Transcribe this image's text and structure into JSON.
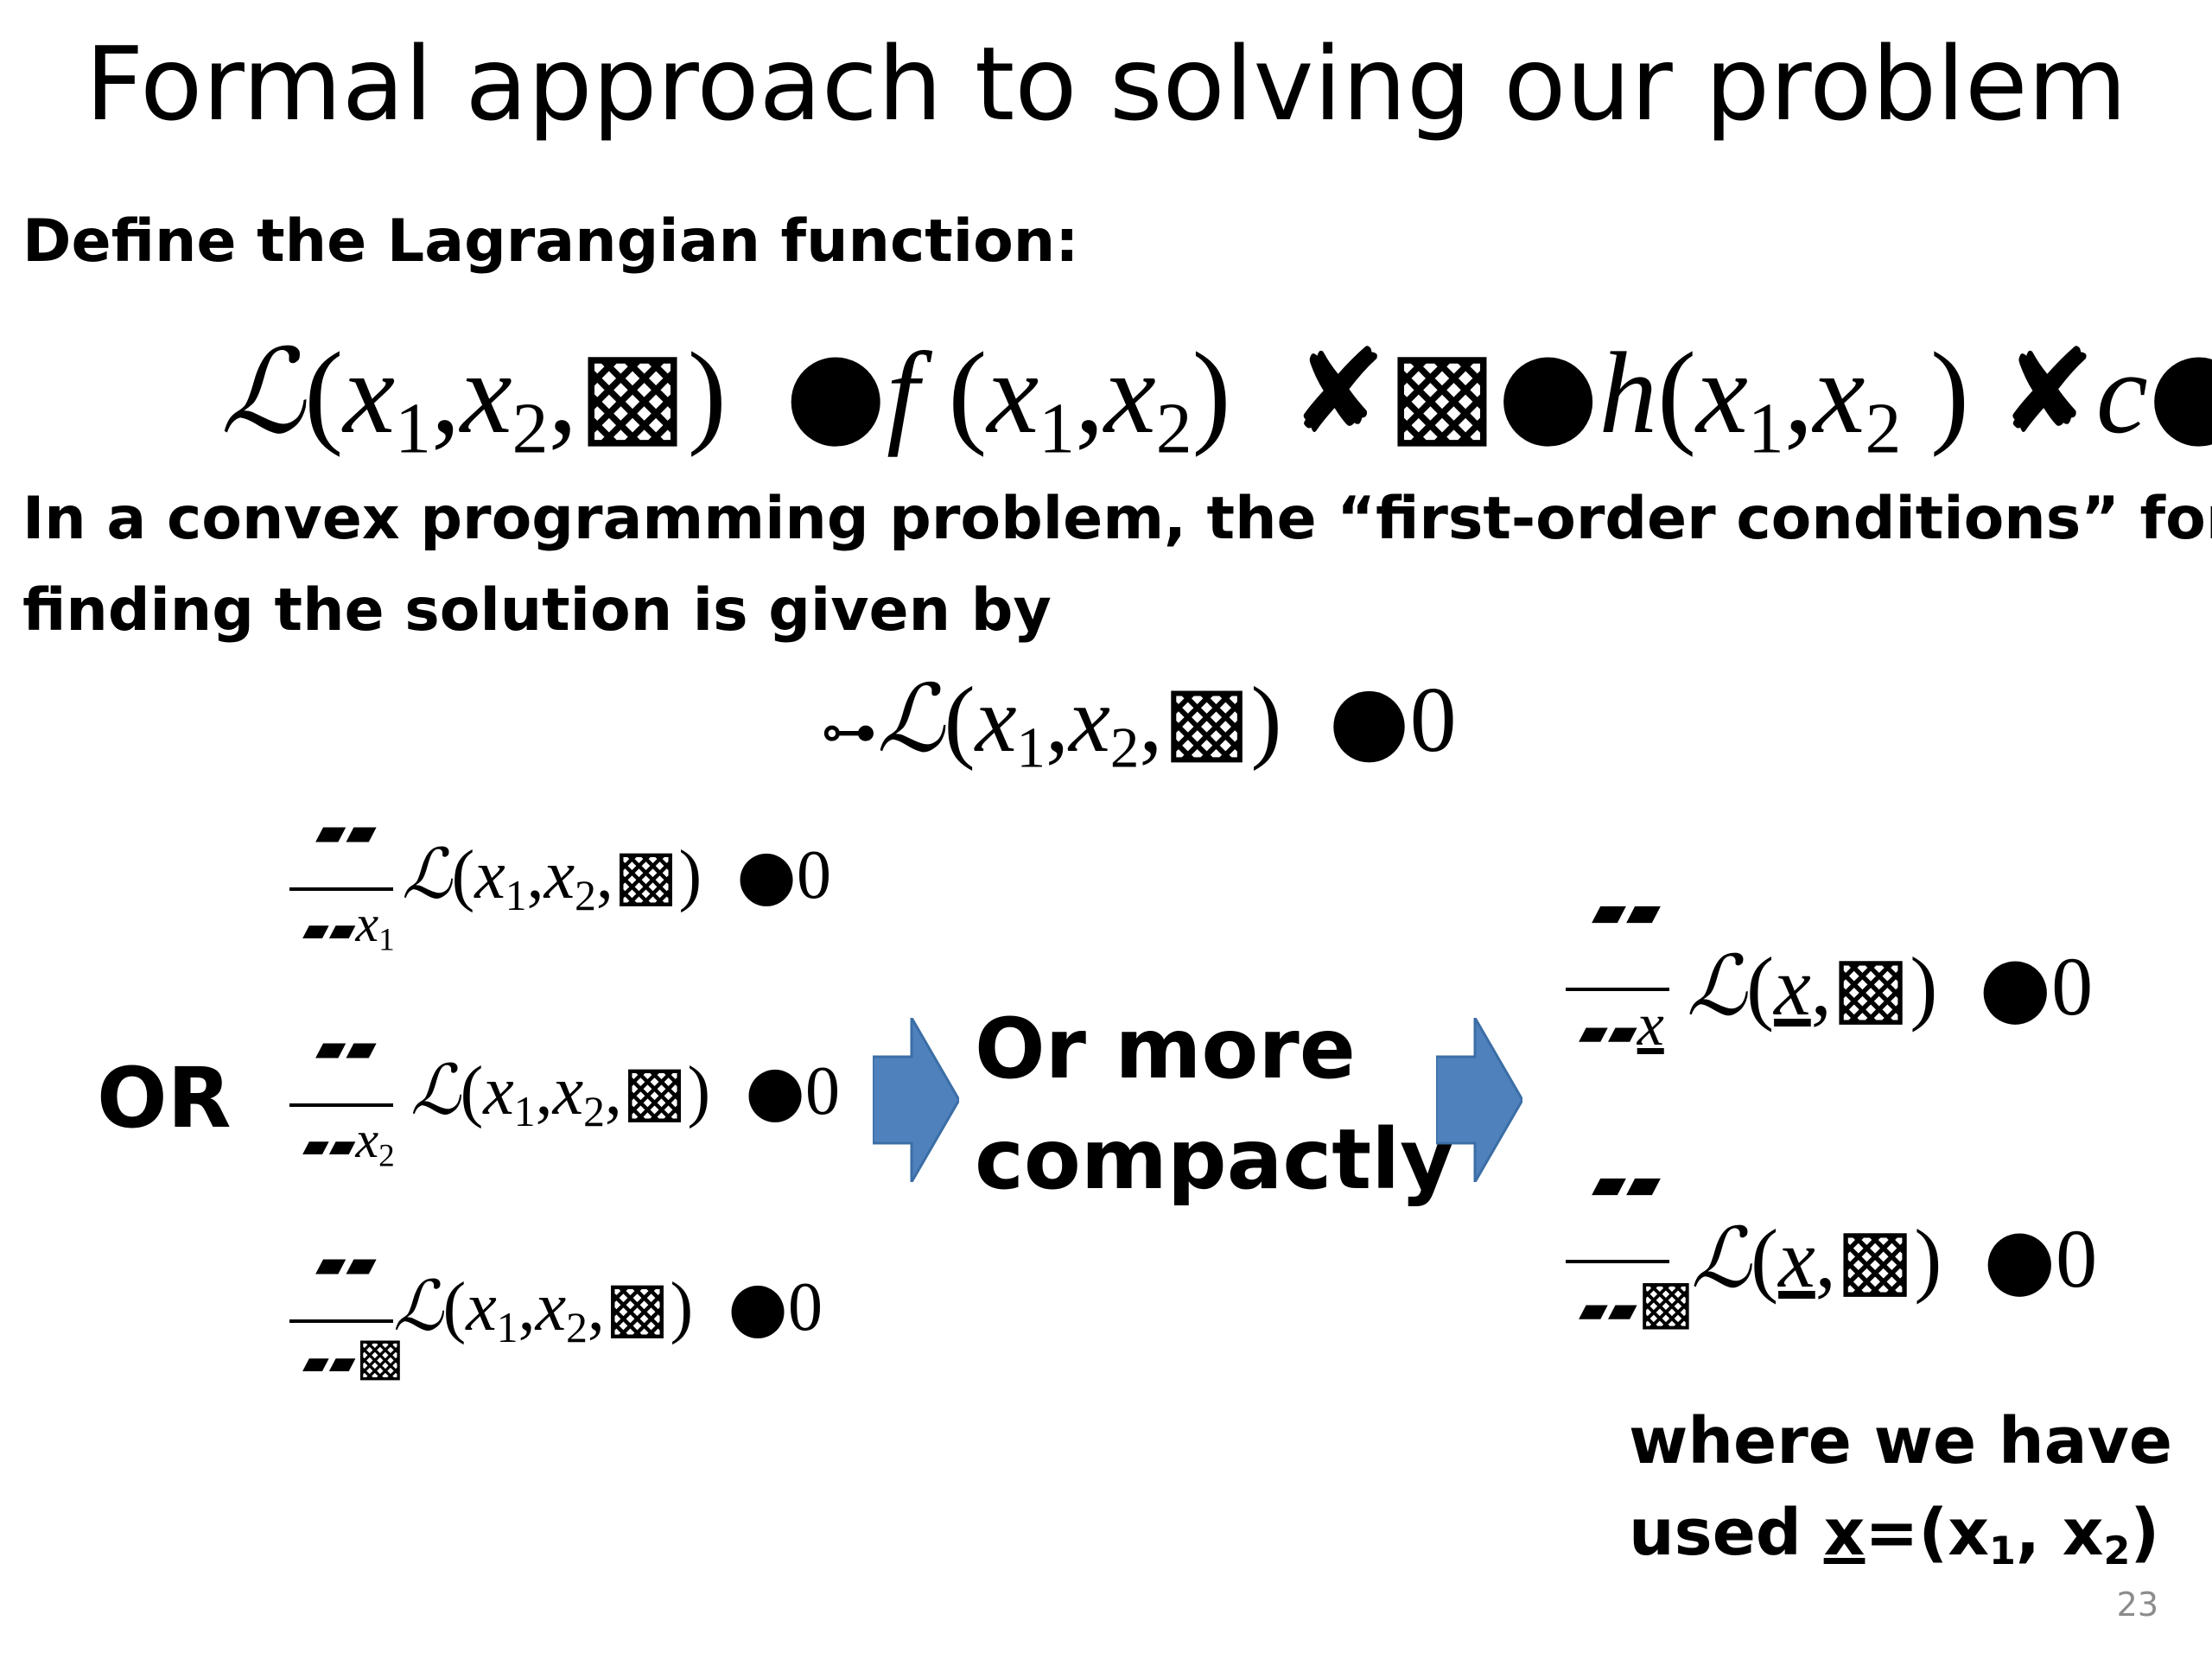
{
  "slide": {
    "title": "Formal approach to solving our problem",
    "text_define": "Define the Lagrangian function:",
    "text_convex": "In a convex programming problem, the “first-order conditions” for",
    "text_convex_2": "finding the solution is given by",
    "or_label": "OR",
    "compact_line1": "Or more",
    "compact_line2": "compactly",
    "where_line1": "where we have",
    "where_prefix": "used ",
    "where_x": "x",
    "where_eq": "=(x",
    "where_sub1": "1",
    "where_comma": ", x",
    "where_sub2": "2",
    "where_close": ")",
    "page_number": "23",
    "accent_color": "#4f81bd"
  },
  "math": {
    "L": "ℒ",
    "paren_open": "(",
    "paren_close": ")",
    "x": "x",
    "f": "f",
    "h": "h",
    "c": "c",
    "comma": ",",
    "sub1": "1",
    "sub2": "2",
    "lambda_glyph": "▩",
    "eq_glyph": "●",
    "minus_glyph": "✘",
    "zero": "0",
    "nabla_glyph": "⊶",
    "partial_glyph": "▰▰"
  }
}
